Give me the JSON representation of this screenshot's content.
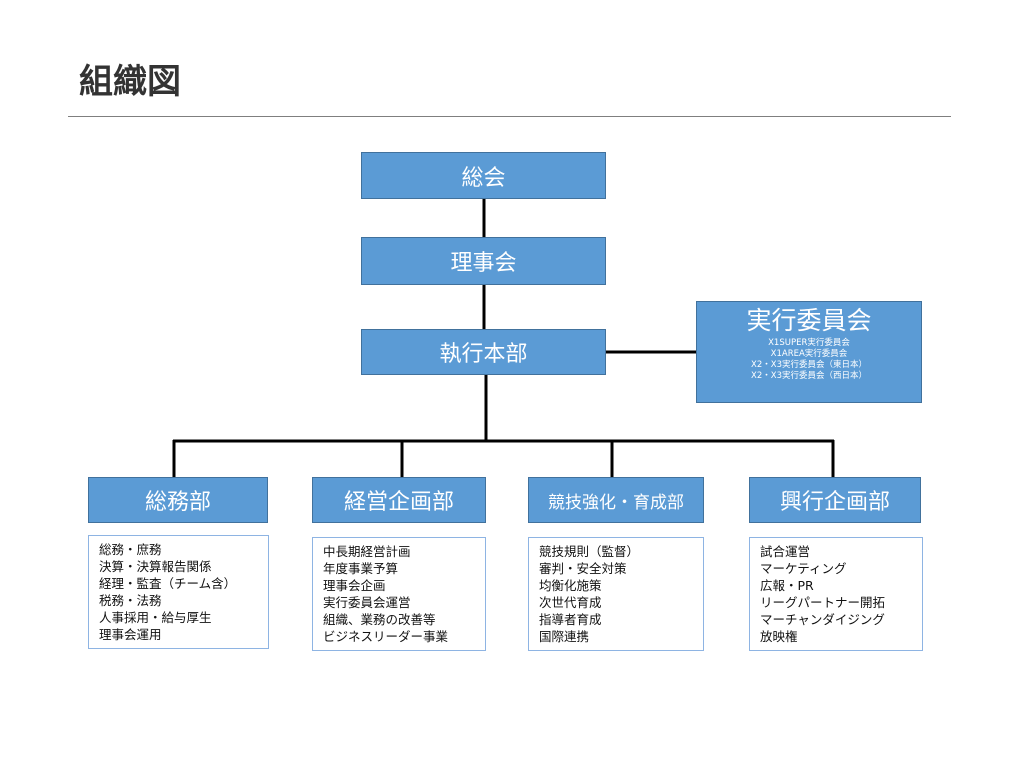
{
  "page": {
    "title": "組織図"
  },
  "nodes": {
    "general_assembly": "総会",
    "board": "理事会",
    "executive_hq": "執行本部",
    "executive_committee": {
      "title": "実行委員会",
      "items": [
        "X1SUPER実行委員会",
        "X1AREA実行委員会",
        "X2・X3実行委員会（東日本）",
        "X2・X3実行委員会（西日本）"
      ]
    }
  },
  "departments": [
    {
      "name": "総務部",
      "duties": [
        "総務・庶務",
        "決算・決算報告関係",
        "経理・監査（チーム含）",
        "税務・法務",
        "人事採用・給与厚生",
        "理事会運用"
      ]
    },
    {
      "name": "経営企画部",
      "duties": [
        "中長期経営計画",
        "年度事業予算",
        "理事会企画",
        "実行委員会運営",
        "組織、業務の改善等",
        "ビジネスリーダー事業"
      ]
    },
    {
      "name": "競技強化・育成部",
      "duties": [
        "競技規則（監督）",
        "審判・安全対策",
        "均衡化施策",
        "次世代育成",
        "指導者育成",
        "国際連携"
      ]
    },
    {
      "name": "興行企画部",
      "duties": [
        "試合運営",
        "マーケティング",
        "広報・PR",
        "リーグパートナー開拓",
        "マーチャンダイジング",
        "放映権"
      ]
    }
  ],
  "colors": {
    "node_fill": "#5b9bd5",
    "node_border": "#41719c",
    "node_text": "#ffffff",
    "duty_border": "#8eb4e3",
    "connector": "#000000",
    "title_text": "#333333"
  }
}
